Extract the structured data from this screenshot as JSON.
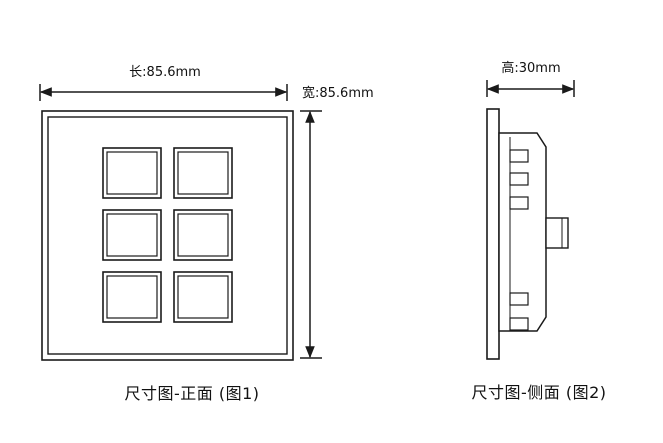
{
  "front_view": {
    "length_label": "长:85.6mm",
    "width_label": "宽:85.6mm",
    "caption": "尺寸图-正面 (图1)",
    "button_count": 6
  },
  "side_view": {
    "height_label": "高:30mm",
    "caption": "尺寸图-侧面 (图2)"
  },
  "colors": {
    "line": "#1a1a1a",
    "background": "#ffffff",
    "fill_light": "#f4f4f4"
  }
}
